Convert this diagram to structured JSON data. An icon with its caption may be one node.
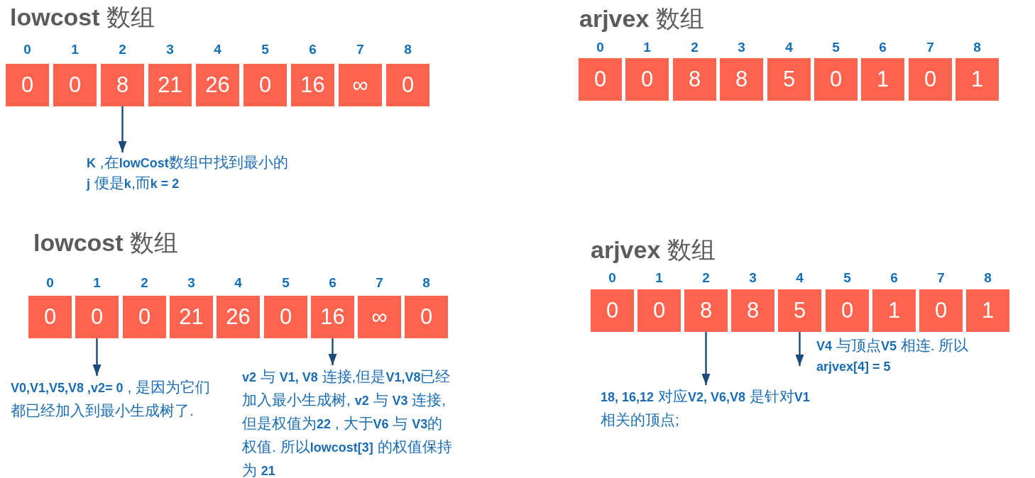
{
  "diagram": {
    "nodes": [
      {
        "text": [
          "0"
        ],
        "beside": [
          "0"
        ]
      },
      {
        "text": [
          "0"
        ],
        "beside": [
          "1"
        ]
      },
      {
        "text": [
          "8"
        ],
        "beside": [
          "2"
        ]
      },
      {
        "text": [
          "21"
        ],
        "beside": [
          "3"
        ]
      },
      {
        "text": [
          "26"
        ],
        "beside": [
          "4"
        ]
      },
      {
        "text": [
          "0"
        ],
        "beside": [
          "5"
        ]
      },
      {
        "text": [
          "16"
        ],
        "beside": [
          "6"
        ]
      },
      {
        "text": [
          "∞"
        ],
        "beside": [
          "7"
        ]
      },
      {
        "text": [
          "0"
        ],
        "beside": [
          "8"
        ]
      },
      {
        "text": [
          "**K** ,在**lowCost**数组中找到最小的**j** 便是**k**,而**k = 2**"
        ]
      },
      {
        "text": [
          "0"
        ],
        "beside": [
          "0"
        ]
      },
      {
        "text": [
          "0"
        ],
        "beside": [
          "1"
        ]
      },
      {
        "text": [
          "8"
        ],
        "beside": [
          "2"
        ]
      },
      {
        "text": [
          "8"
        ],
        "beside": [
          "3"
        ]
      },
      {
        "text": [
          "5"
        ],
        "beside": [
          "4"
        ]
      },
      {
        "text": [
          "0"
        ],
        "beside": [
          "5"
        ]
      },
      {
        "text": [
          "1"
        ],
        "beside": [
          "6"
        ]
      },
      {
        "text": [
          "0"
        ],
        "beside": [
          "7"
        ]
      },
      {
        "text": [
          "1"
        ],
        "beside": [
          "8"
        ]
      },
      {
        "text": [
          "0"
        ],
        "beside": [
          "0"
        ]
      },
      {
        "text": [
          "0"
        ],
        "beside": [
          "1"
        ]
      },
      {
        "text": [
          "0"
        ],
        "beside": [
          "2"
        ]
      },
      {
        "text": [
          "21"
        ],
        "beside": [
          "3"
        ]
      },
      {
        "text": [
          "26"
        ],
        "beside": [
          "4"
        ]
      },
      {
        "text": [
          "0"
        ],
        "beside": [
          "5"
        ]
      },
      {
        "text": [
          "16"
        ],
        "beside": [
          "6"
        ]
      },
      {
        "text": [
          "∞"
        ],
        "beside": [
          "7"
        ]
      },
      {
        "text": [
          "0"
        ],
        "beside": [
          "8"
        ]
      },
      {
        "text": [
          "**V0,V1,V5,V8 ,v2= 0** , 是因为它们都已经加入到最小生成树了."
        ]
      },
      {
        "text": [
          "**v2** 与 **V1, V8** 连接,但是**V1,V8**已经加入最小生成树, **v2** 与 **V3** 连接,但是权值为**22** , 大于**V6** 与 **V3**的权值. 所以**lowcost[3]** 的权值保持为 **21**"
        ]
      },
      {
        "text": [
          "0"
        ],
        "beside": [
          "0"
        ]
      },
      {
        "text": [
          "0"
        ],
        "beside": [
          "1"
        ]
      },
      {
        "text": [
          "8"
        ],
        "beside": [
          "2"
        ]
      },
      {
        "text": [
          "8"
        ],
        "beside": [
          "3"
        ]
      },
      {
        "text": [
          "5"
        ],
        "beside": [
          "4"
        ]
      },
      {
        "text": [
          "0"
        ],
        "beside": [
          "5"
        ]
      },
      {
        "text": [
          "1"
        ],
        "beside": [
          "6"
        ]
      },
      {
        "text": [
          "0"
        ],
        "beside": [
          "7"
        ]
      },
      {
        "text": [
          "1"
        ],
        "beside": [
          "8"
        ]
      },
      {
        "text": [
          "**V4** 与顶点**V5** 相连. 所以**arjvex[4] = 5**"
        ]
      },
      {
        "text": [
          "**18, 16,12** 对应**V2, V6,V8** 是针对**V1**相关的顶点;"
        ]
      }
    ],
    "edges": [
      {
        "from": 2,
        "to": 9,
        "arrow": "to"
      },
      {
        "from": 20,
        "to": 28,
        "arrow": "to"
      },
      {
        "from": 25,
        "to": 29,
        "arrow": "to"
      },
      {
        "from": 34,
        "to": 39,
        "arrow": "to"
      },
      {
        "from": 32,
        "to": 40,
        "arrow": "to"
      }
    ],
    "labels": [
      "**lowcost** 数组",
      "**arjvex** 数组",
      "**lowcost** 数组",
      "**arjvex** 数组"
    ]
  }
}
